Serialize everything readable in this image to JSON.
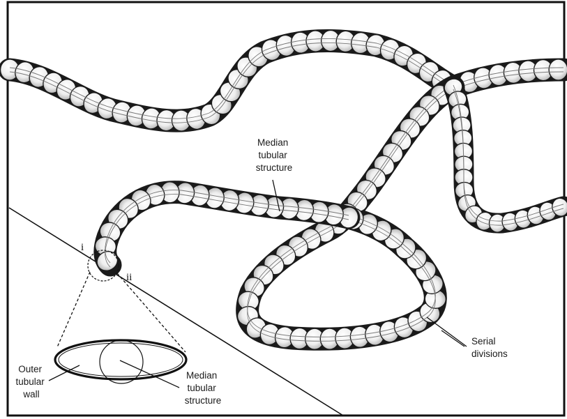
{
  "figure": {
    "frame_color": "#111111",
    "ink_color": "#1a1a1a",
    "segment_fill": "#f3f3f3",
    "segment_shade": "#9a9a9a"
  },
  "labels": {
    "median_top": [
      "Median",
      "tubular",
      "structure"
    ],
    "serial": [
      "Serial",
      "divisions"
    ],
    "outer_wall": [
      "Outer",
      "tubular",
      "wall"
    ],
    "median_bottom": [
      "Median",
      "tubular",
      "structure"
    ],
    "marker_i": "i",
    "marker_ii": "ii"
  },
  "icons": {
    "filament": "segmented-filament",
    "cross_section": "ellipse-with-inner-circle"
  }
}
